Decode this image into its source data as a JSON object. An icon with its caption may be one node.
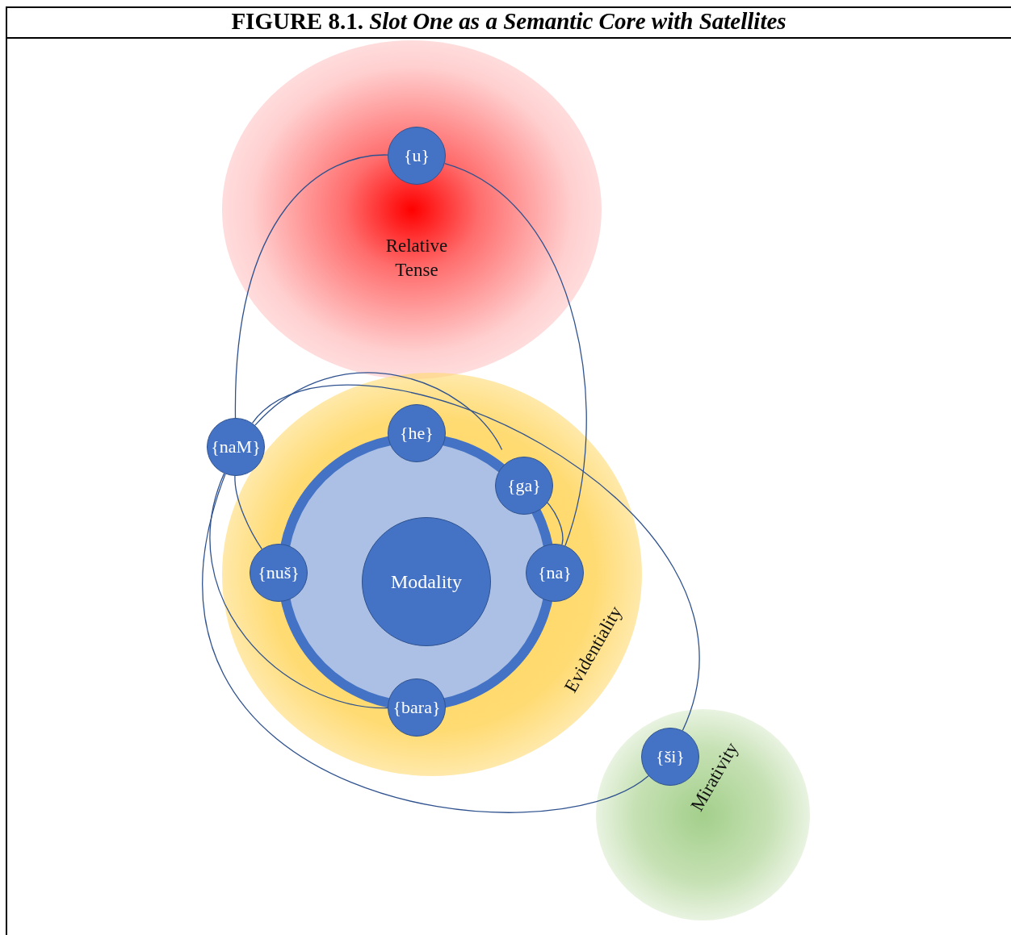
{
  "diagram": {
    "title": "FIGURE 8.1. *Slot One as a Semantic Core with Satellites*",
    "nodes": [
      {
        "text": [
          "Relative Tense"
        ]
      },
      {
        "text": [
          "{u}"
        ],
        "in": 0
      },
      {
        "text": [
          "Evidentiality"
        ]
      },
      {
        "text": [],
        "shape": "circle",
        "in": 2
      },
      {
        "text": [
          "Modality"
        ],
        "in": 3
      },
      {
        "text": [
          "{he}"
        ],
        "in": 2
      },
      {
        "text": [
          "{ga}"
        ],
        "in": 3
      },
      {
        "text": [
          "{naM}"
        ]
      },
      {
        "text": [
          "{nuš}"
        ],
        "in": 2
      },
      {
        "text": [
          "{na}"
        ],
        "in": 2
      },
      {
        "text": [
          "{bara}"
        ],
        "in": 2
      },
      {
        "text": [
          "Mirativity"
        ]
      },
      {
        "text": [
          "{ši}"
        ],
        "in": 11
      }
    ],
    "edges": [
      {
        "from": 7,
        "to": 1,
        "arrow": "none"
      },
      {
        "from": 1,
        "to": 9,
        "arrow": "none"
      },
      {
        "from": 7,
        "to": 8,
        "arrow": "none"
      },
      {
        "from": 7,
        "to": 6,
        "arrow": "none"
      },
      {
        "from": 6,
        "to": 9,
        "arrow": "none"
      },
      {
        "from": 7,
        "to": 10,
        "arrow": "none"
      },
      {
        "from": 7,
        "to": 12,
        "arrow": "none"
      },
      {
        "from": 12,
        "to": 7,
        "arrow": "none"
      }
    ]
  }
}
